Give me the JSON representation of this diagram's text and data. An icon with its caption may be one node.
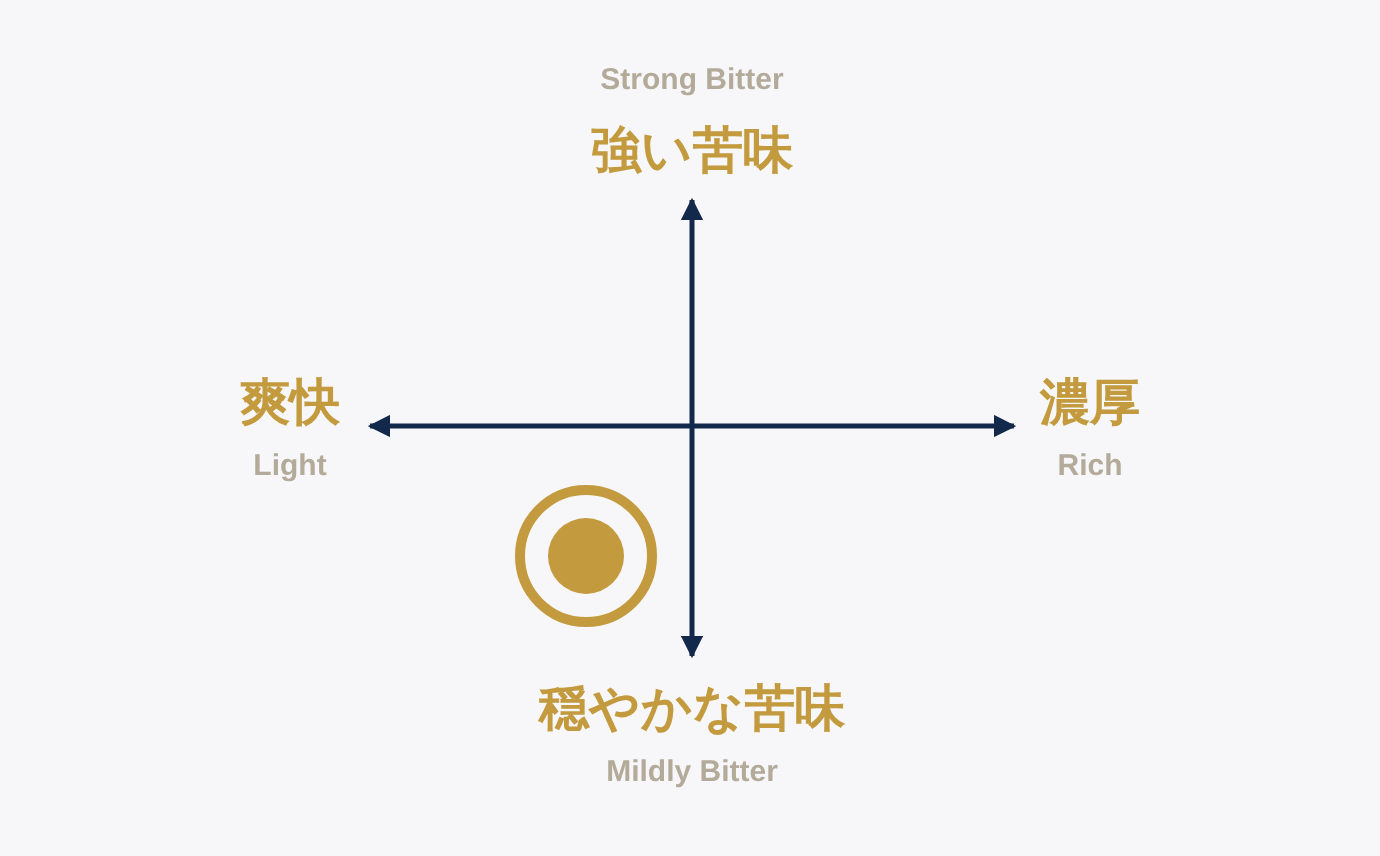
{
  "diagram": {
    "labels": [
      "Strong Bitter",
      "強い苦味",
      "爽快",
      "Light",
      "濃厚",
      "Rich",
      "穏やかな苦味",
      "Mildly Bitter"
    ]
  }
}
